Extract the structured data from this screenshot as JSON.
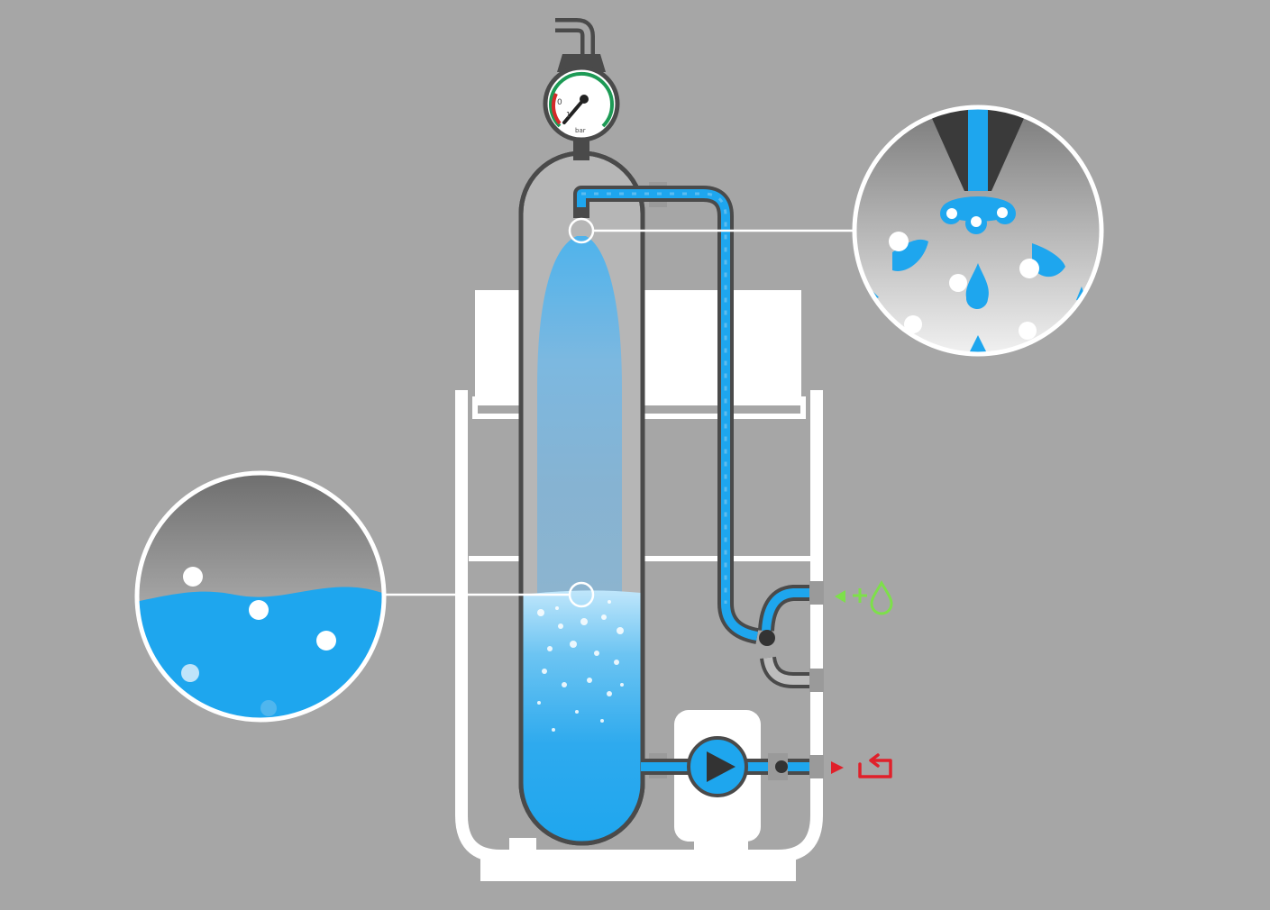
{
  "gauge": {
    "zero_label": "0",
    "mark_label": "1",
    "unit_label": "bar"
  },
  "colors": {
    "background": "#a6a6a6",
    "water": "#1ea6ee",
    "water_light": "#5cbcf0",
    "frame": "#ffffff",
    "outline": "#4a4a4a",
    "pipe_grey": "#bdbdbd",
    "inlet_green": "#7de04a",
    "outlet_red": "#e0202a",
    "gauge_green": "#1d9a55",
    "gauge_red": "#d42a2a"
  },
  "icons": {
    "inlet": "water-drop-icon",
    "outlet": "recirculation-icon",
    "pump": "pump-play-icon"
  }
}
